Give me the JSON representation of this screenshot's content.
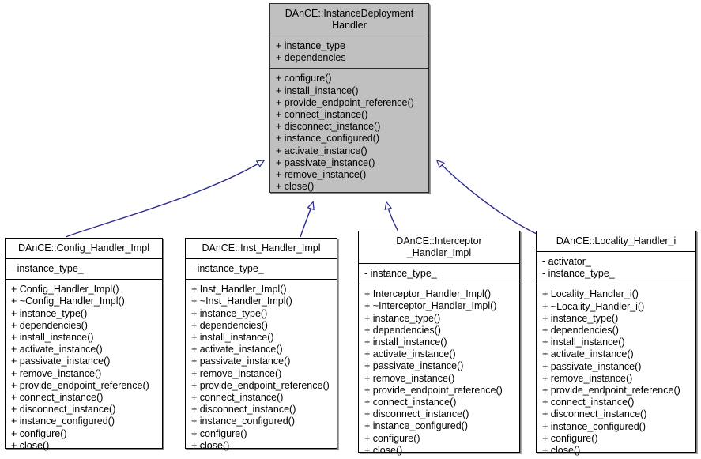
{
  "diagram": {
    "kind": "uml-class-inheritance-diagram",
    "background": "#ffffff",
    "edge_color": "#2a2a8c",
    "base_fill": "#c0c0c0",
    "derived_fill": "#ffffff",
    "border_color": "#000000",
    "relation": "generalization"
  },
  "base_class": {
    "name": "DAnCE::InstanceDeployment\nHandler",
    "attributes": [
      "+ instance_type",
      "+ dependencies"
    ],
    "operations": [
      "+ configure()",
      "+ install_instance()",
      "+ provide_endpoint_reference()",
      "+ connect_instance()",
      "+ disconnect_instance()",
      "+ instance_configured()",
      "+ activate_instance()",
      "+ passivate_instance()",
      "+ remove_instance()",
      "+ close()"
    ]
  },
  "derived_classes": [
    {
      "name": "DAnCE::Config_Handler_Impl",
      "attributes": [
        "- instance_type_"
      ],
      "operations": [
        "+ Config_Handler_Impl()",
        "+ ~Config_Handler_Impl()",
        "+ instance_type()",
        "+ dependencies()",
        "+ install_instance()",
        "+ activate_instance()",
        "+ passivate_instance()",
        "+ remove_instance()",
        "+ provide_endpoint_reference()",
        "+ connect_instance()",
        "+ disconnect_instance()",
        "+ instance_configured()",
        "+ configure()",
        "+ close()"
      ]
    },
    {
      "name": "DAnCE::Inst_Handler_Impl",
      "attributes": [
        "- instance_type_"
      ],
      "operations": [
        "+ Inst_Handler_Impl()",
        "+ ~Inst_Handler_Impl()",
        "+ instance_type()",
        "+ dependencies()",
        "+ install_instance()",
        "+ activate_instance()",
        "+ passivate_instance()",
        "+ remove_instance()",
        "+ provide_endpoint_reference()",
        "+ connect_instance()",
        "+ disconnect_instance()",
        "+ instance_configured()",
        "+ configure()",
        "+ close()"
      ]
    },
    {
      "name": "DAnCE::Interceptor\n_Handler_Impl",
      "attributes": [
        "- instance_type_"
      ],
      "operations": [
        "+ Interceptor_Handler_Impl()",
        "+ ~Interceptor_Handler_Impl()",
        "+ instance_type()",
        "+ dependencies()",
        "+ install_instance()",
        "+ activate_instance()",
        "+ passivate_instance()",
        "+ remove_instance()",
        "+ provide_endpoint_reference()",
        "+ connect_instance()",
        "+ disconnect_instance()",
        "+ instance_configured()",
        "+ configure()",
        "+ close()"
      ]
    },
    {
      "name": "DAnCE::Locality_Handler_i",
      "attributes": [
        "- activator_",
        "- instance_type_"
      ],
      "operations": [
        "+ Locality_Handler_i()",
        "+ ~Locality_Handler_i()",
        "+ instance_type()",
        "+ dependencies()",
        "+ install_instance()",
        "+ activate_instance()",
        "+ passivate_instance()",
        "+ remove_instance()",
        "+ provide_endpoint_reference()",
        "+ connect_instance()",
        "+ disconnect_instance()",
        "+ instance_configured()",
        "+ configure()",
        "+ close()"
      ]
    }
  ]
}
